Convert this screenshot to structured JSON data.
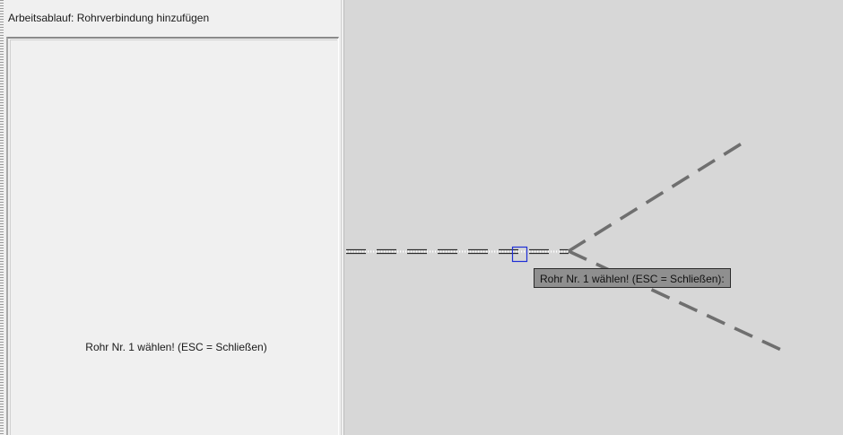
{
  "panel": {
    "title": "Arbeitsablauf: Rohrverbindung hinzufügen",
    "message": "Rohr Nr. 1 wählen! (ESC = Schließen)"
  },
  "canvas": {
    "tooltip": "Rohr Nr. 1 wählen! (ESC = Schließen):",
    "colors": {
      "background": "#d7d7d7",
      "pipe": "#6f6f6f",
      "cursor": "#1f2fd6"
    }
  }
}
